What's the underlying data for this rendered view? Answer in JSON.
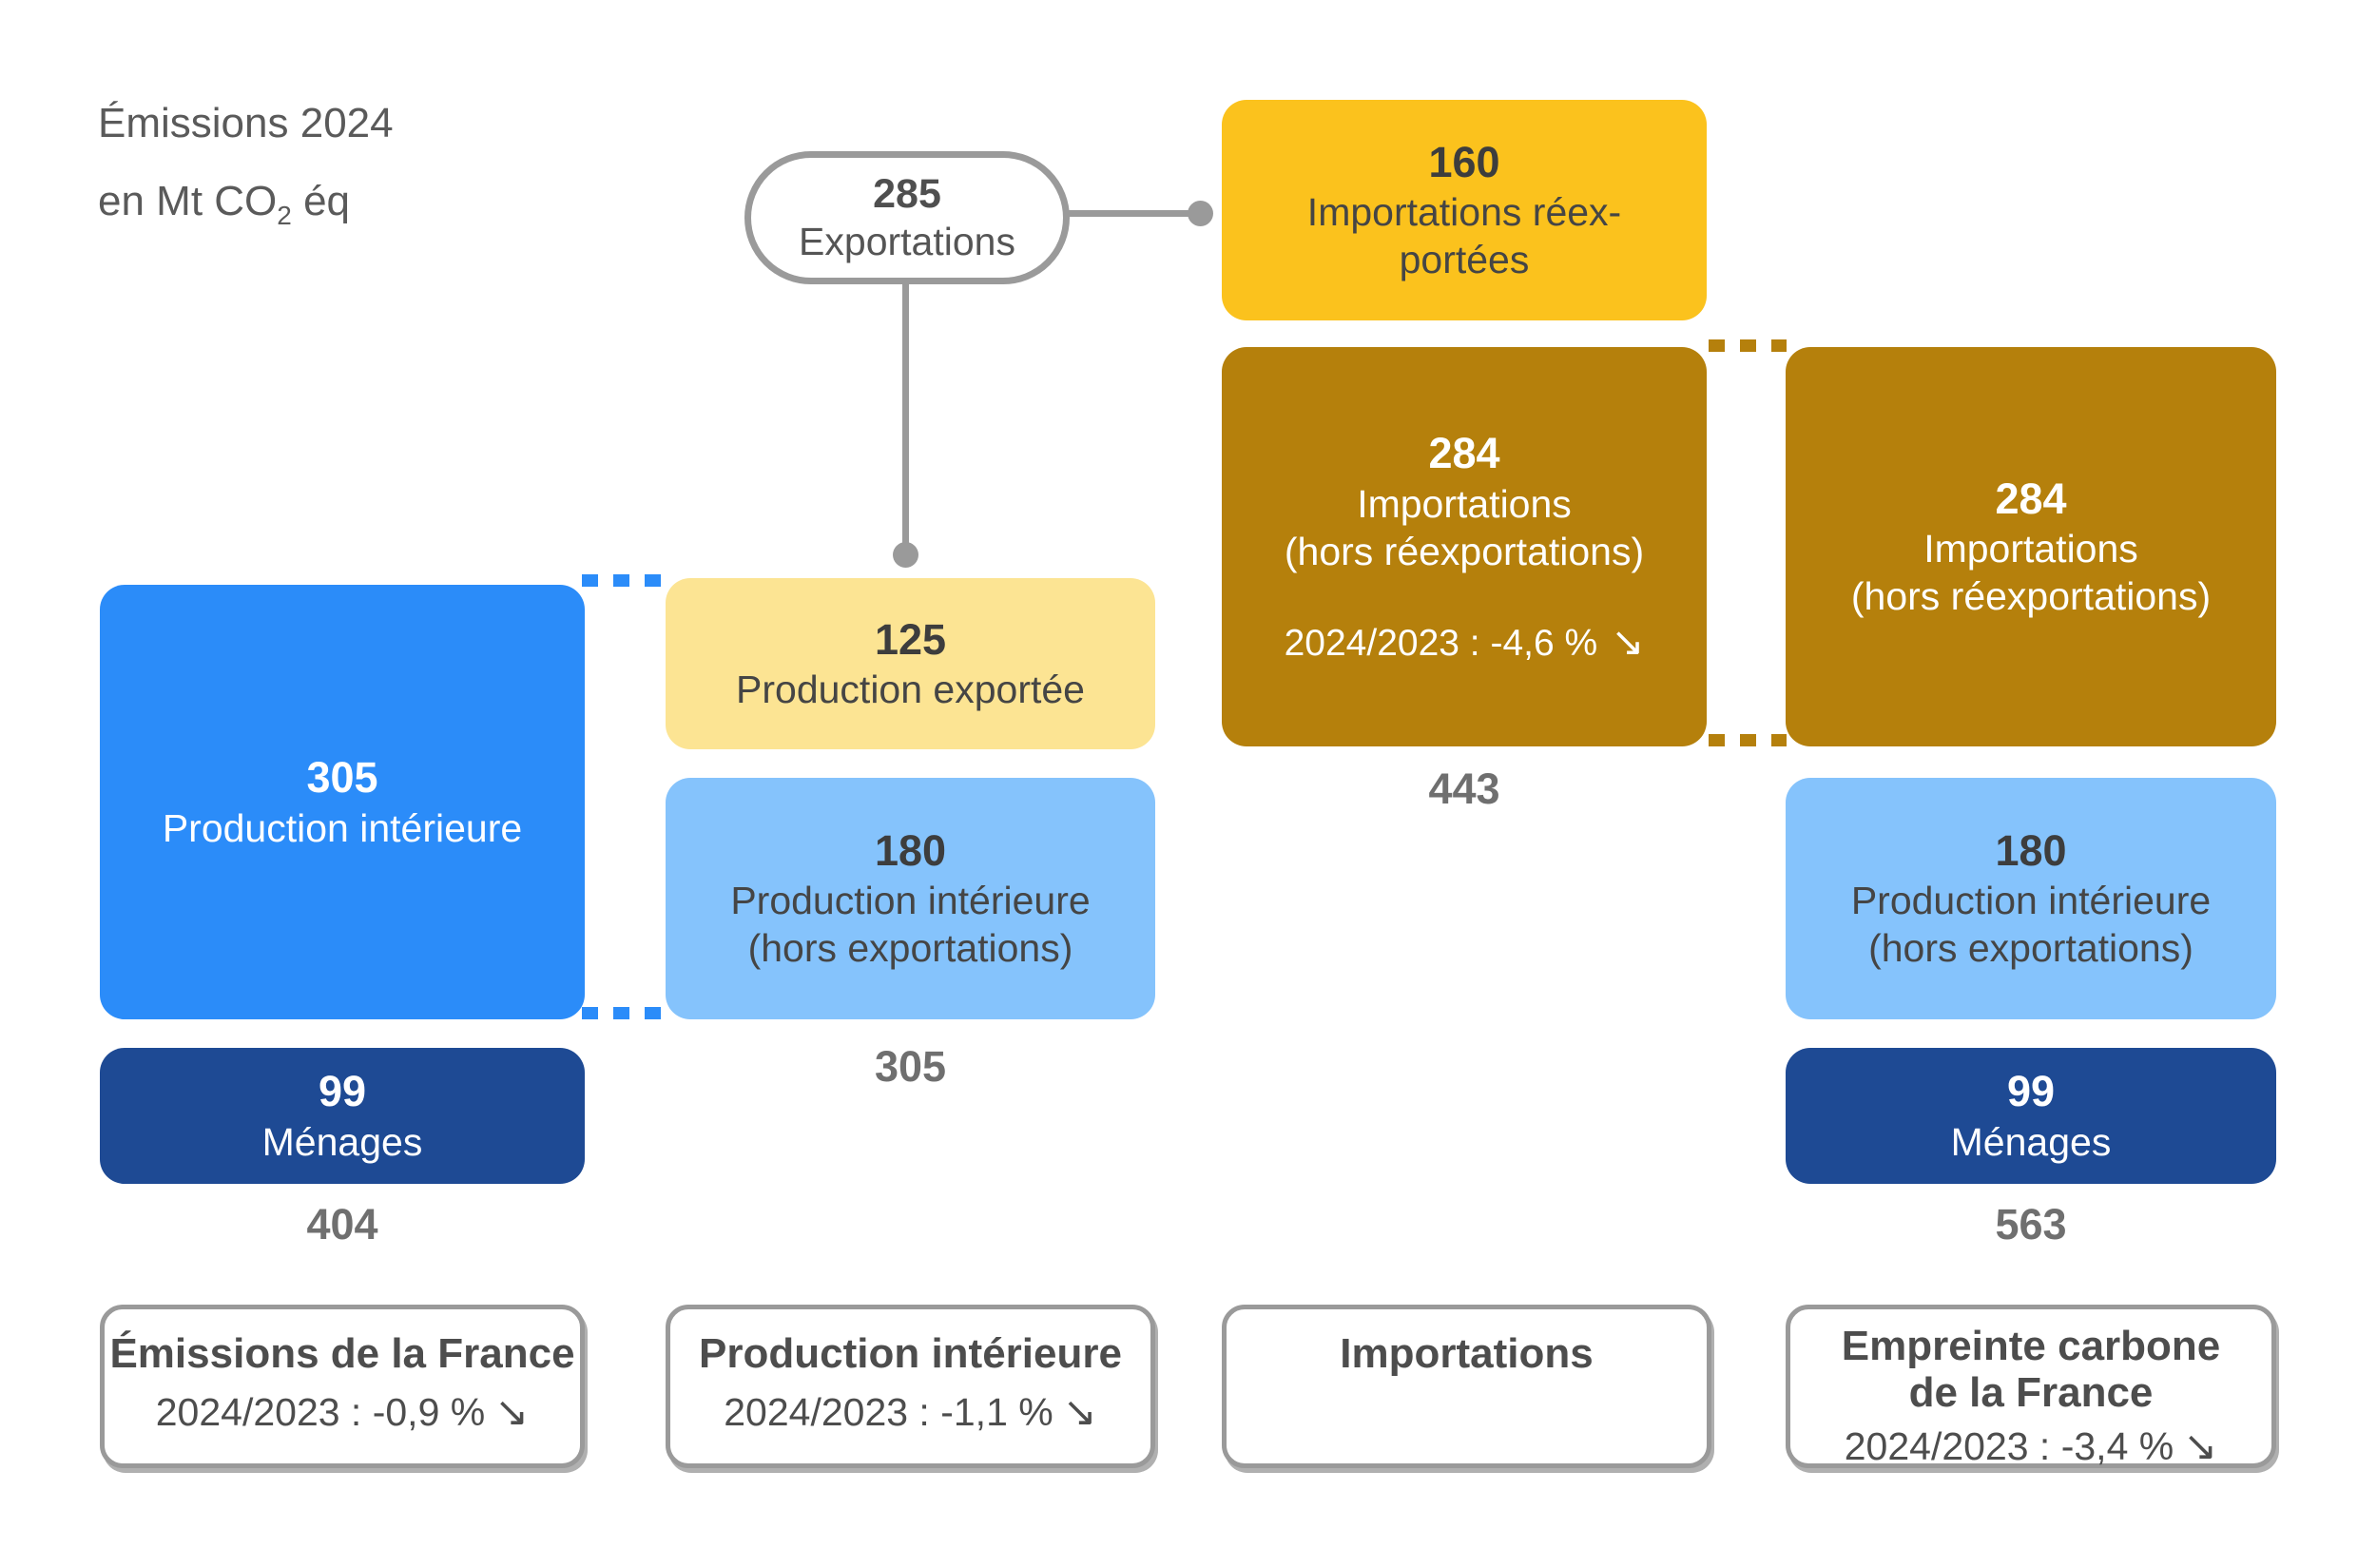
{
  "title": {
    "line1": "Émissions 2024",
    "line2_pre": "en Mt CO",
    "line2_sub": "2",
    "line2_post": " éq"
  },
  "exportations_node": {
    "value": "285",
    "label": "Exportations"
  },
  "boxes": {
    "importations_reexportees": {
      "value": "160",
      "line1": "Importations réex-",
      "line2": "portées"
    },
    "importations_hors_reexport_left": {
      "value": "284",
      "line1": "Importations",
      "line2": "(hors réexportations)",
      "delta": "2024/2023 : -4,6 %",
      "arrow": "↘"
    },
    "importations_hors_reexport_right": {
      "value": "284",
      "line1": "Importations",
      "line2": "(hors réexportations)"
    },
    "production_interieure": {
      "value": "305",
      "label": "Production intérieure"
    },
    "production_exportee": {
      "value": "125",
      "label": "Production exportée"
    },
    "production_interieure_hors_export_mid": {
      "value": "180",
      "line1": "Production intérieure",
      "line2": "(hors exportations)"
    },
    "production_interieure_hors_export_right": {
      "value": "180",
      "line1": "Production intérieure",
      "line2": "(hors exportations)"
    },
    "menages_left": {
      "value": "99",
      "label": "Ménages"
    },
    "menages_right": {
      "value": "99",
      "label": "Ménages"
    }
  },
  "totals": {
    "emissions_france": "404",
    "production_interieure": "305",
    "importations": "443",
    "empreinte_carbone": "563"
  },
  "cards": {
    "emissions_france": {
      "title": "Émissions de la France",
      "delta": "2024/2023 : -0,9 %",
      "arrow": "↘"
    },
    "production_interieure": {
      "title": "Production intérieure",
      "delta": "2024/2023 : -1,1 %",
      "arrow": "↘"
    },
    "importations": {
      "title": "Importations"
    },
    "empreinte_carbone": {
      "title_line1": "Empreinte carbone",
      "title_line2": "de la France",
      "delta": "2024/2023 : -3,4 %",
      "arrow": "↘"
    }
  },
  "colors": {
    "bright_blue": "#2b8cf9",
    "light_blue": "#85c3fc",
    "dark_blue": "#1e4a94",
    "yellow": "#fbc21d",
    "light_yellow": "#fce493",
    "gold": "#b5800c",
    "connector_gray": "#9a9a9a",
    "label_dark_gray": "#4a4a4a",
    "total_gray": "#6f6f6f"
  }
}
